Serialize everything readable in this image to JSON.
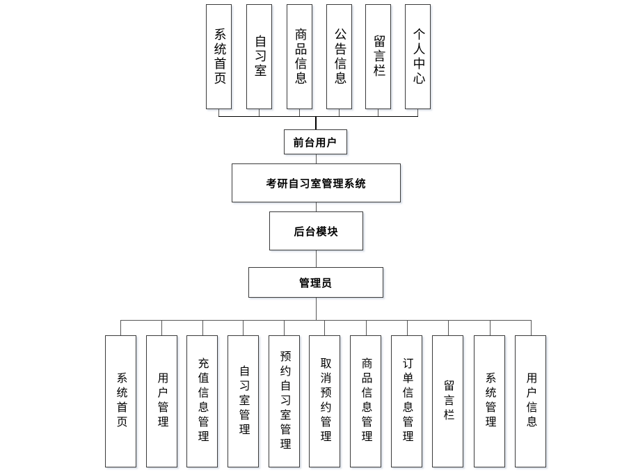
{
  "diagram": {
    "title": "考研自习室管理系统",
    "frontend": {
      "label": "前台用户",
      "children": [
        "系统首页",
        "自习室",
        "商品信息",
        "公告信息",
        "留言栏",
        "个人中心"
      ]
    },
    "backend": {
      "label": "后台模块",
      "role": "管理员",
      "children": [
        "系统首页",
        "用户管理",
        "充值信息管理",
        "自习室管理",
        "预约自习室管理",
        "取消预约管理",
        "商品信息管理",
        "订单信息管理",
        "留言栏",
        "系统管理",
        "用户信息"
      ]
    }
  }
}
